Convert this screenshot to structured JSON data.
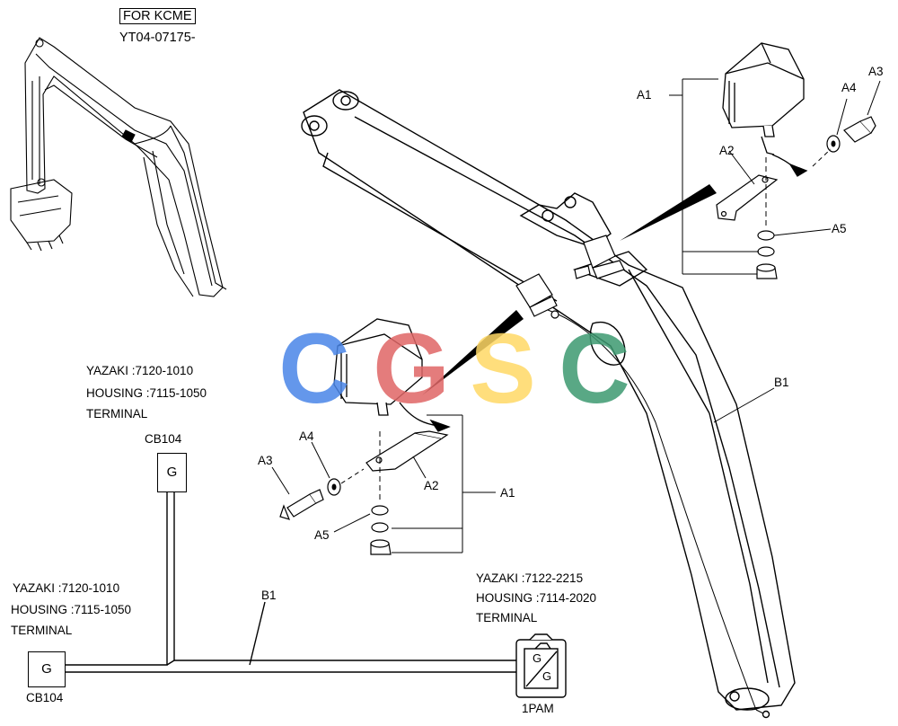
{
  "header": {
    "variant": "FOR KCME",
    "serial": "YT04-07175-"
  },
  "connectors": {
    "top_left": {
      "lines": [
        "YAZAKI  :7120-1010",
        "HOUSING :7115-1050",
        "TERMINAL"
      ],
      "name": "CB104",
      "glyph": "G"
    },
    "bottom_left": {
      "lines": [
        "YAZAKI  :7120-1010",
        "HOUSING :7115-1050",
        "TERMINAL"
      ],
      "name": "CB104",
      "glyph": "G"
    },
    "right": {
      "lines": [
        "YAZAKI    :7122-2215",
        "HOUSING :7114-2020",
        "TERMINAL"
      ],
      "name": "1PAM",
      "glyph_top": "G",
      "glyph_bottom": "G"
    }
  },
  "part_labels": {
    "A1": "A1",
    "A2": "A2",
    "A3": "A3",
    "A4": "A4",
    "A5": "A5",
    "B1": "B1"
  },
  "watermark": {
    "letters": [
      "C",
      "G",
      "S",
      "C"
    ],
    "colors": [
      "#4a86e8",
      "#e06666",
      "#ffd966",
      "#3d9970"
    ]
  },
  "colors": {
    "line": "#000000",
    "background": "#ffffff"
  }
}
